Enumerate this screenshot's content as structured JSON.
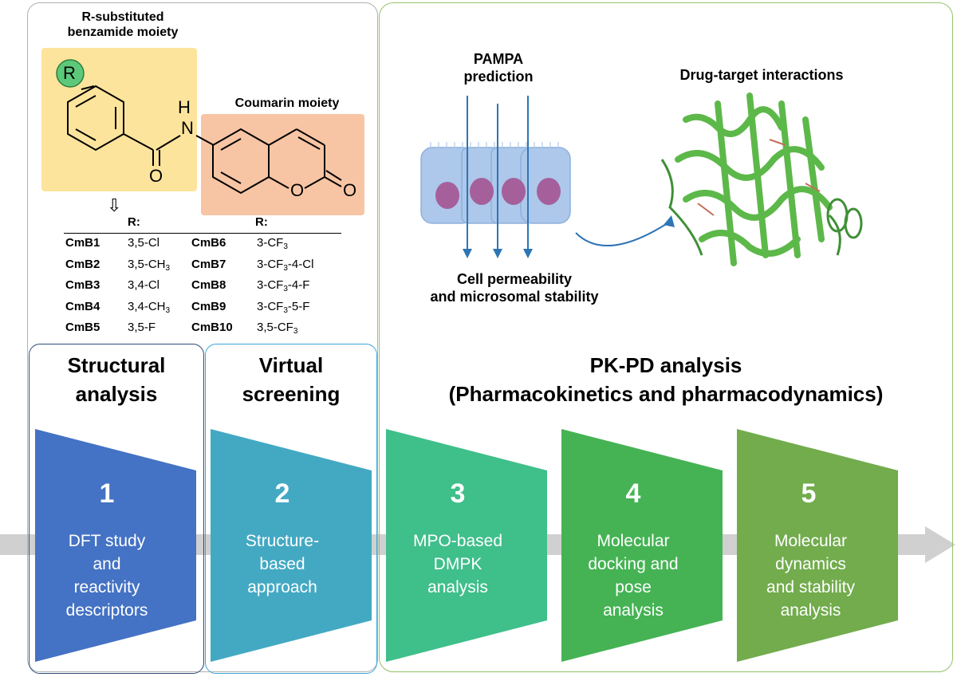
{
  "colors": {
    "panel_border_left": "#b0b0b0",
    "panel_border_right": "#92c36a",
    "box1_border": "#2e4c7a",
    "box2_border": "#3aa6d8",
    "step1": "#4472c4",
    "step2": "#43a9c3",
    "step3": "#3fbf8a",
    "step4": "#45b354",
    "step5": "#72ac4d",
    "benzamide_bg": "#fde49c",
    "coumarin_bg": "#f7c5a4",
    "cell_fill": "#adc8ea",
    "nucleus_fill": "#a5609c",
    "arrow_blue": "#2e75b6",
    "protein_green": "#5db84a",
    "axis_arrow": "#d0d0d0"
  },
  "structure": {
    "benzamide_label_line1": "R-substituted",
    "benzamide_label_line2": "benzamide moiety",
    "coumarin_label": "Coumarin moiety",
    "atom_R": "R",
    "atom_H": "H",
    "atom_N": "N",
    "atom_O_carbonyl": "O",
    "atom_O_ring": "O",
    "atom_O_lactone": "O",
    "down_arrow": "⇩"
  },
  "substituents": {
    "header_left": "R:",
    "header_right": "R:",
    "rows": [
      {
        "id_a": "CmB1",
        "r_a": "3,5-Cl",
        "id_b": "CmB6",
        "r_b": "3-CF",
        "r_b_sub": "3",
        "r_b_tail": ""
      },
      {
        "id_a": "CmB2",
        "r_a": "3,5-CH",
        "r_a_sub": "3",
        "id_b": "CmB7",
        "r_b": "3-CF",
        "r_b_sub": "3",
        "r_b_tail": "-4-Cl"
      },
      {
        "id_a": "CmB3",
        "r_a": "3,4-Cl",
        "id_b": "CmB8",
        "r_b": "3-CF",
        "r_b_sub": "3",
        "r_b_tail": "-4-F"
      },
      {
        "id_a": "CmB4",
        "r_a": "3,4-CH",
        "r_a_sub": "3",
        "id_b": "CmB9",
        "r_b": "3-CF",
        "r_b_sub": "3",
        "r_b_tail": "-5-F"
      },
      {
        "id_a": "CmB5",
        "r_a": "3,5-F",
        "id_b": "CmB10",
        "r_b": "3,5-CF",
        "r_b_sub": "3",
        "r_b_tail": ""
      }
    ]
  },
  "pk": {
    "pampa_line1": "PAMPA",
    "pampa_line2": "prediction",
    "drug_target": "Drug-target interactions",
    "cell_line1": "Cell permeability",
    "cell_line2": "and microsomal stability"
  },
  "stages": {
    "structural_line1": "Structural",
    "structural_line2": "analysis",
    "virtual_line1": "Virtual",
    "virtual_line2": "screening",
    "pkpd_line1": "PK-PD analysis",
    "pkpd_line2": "(Pharmacokinetics and pharmacodynamics)"
  },
  "steps": [
    {
      "num": "1",
      "l1": "DFT study",
      "l2": "and",
      "l3": "reactivity",
      "l4": "descriptors"
    },
    {
      "num": "2",
      "l1": "Structure-",
      "l2": "based",
      "l3": "approach",
      "l4": ""
    },
    {
      "num": "3",
      "l1": "MPO-based",
      "l2": "DMPK",
      "l3": "analysis",
      "l4": ""
    },
    {
      "num": "4",
      "l1": "Molecular",
      "l2": "docking and",
      "l3": "pose",
      "l4": "analysis"
    },
    {
      "num": "5",
      "l1": "Molecular",
      "l2": "dynamics",
      "l3": "and stability",
      "l4": "analysis"
    }
  ]
}
